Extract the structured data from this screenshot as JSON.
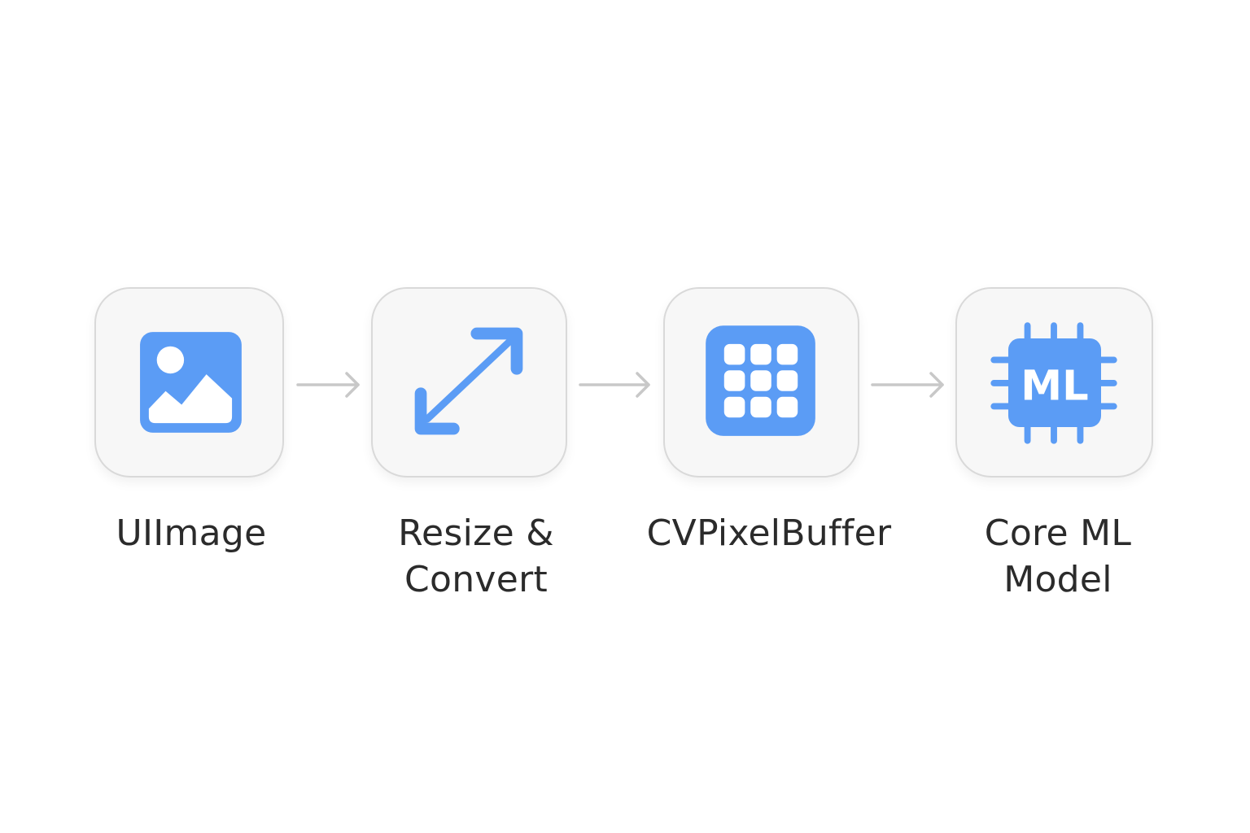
{
  "steps": [
    {
      "label_lines": [
        "UIImage"
      ],
      "icon": "image-icon"
    },
    {
      "label_lines": [
        "Resize &",
        "Convert"
      ],
      "icon": "resize-diagonal-arrow-icon"
    },
    {
      "label_lines": [
        "CVPixelBuffer"
      ],
      "icon": "pixel-grid-icon"
    },
    {
      "label_lines": [
        "Core ML",
        "Model"
      ],
      "icon": "ml-chip-icon",
      "icon_text": "ML"
    }
  ],
  "colors": {
    "accent": "#5b9cf5",
    "tile_fill": "#f7f7f7",
    "tile_border": "#d9d9d9",
    "arrow": "#c8c8c8",
    "text": "#2b2b2b"
  }
}
